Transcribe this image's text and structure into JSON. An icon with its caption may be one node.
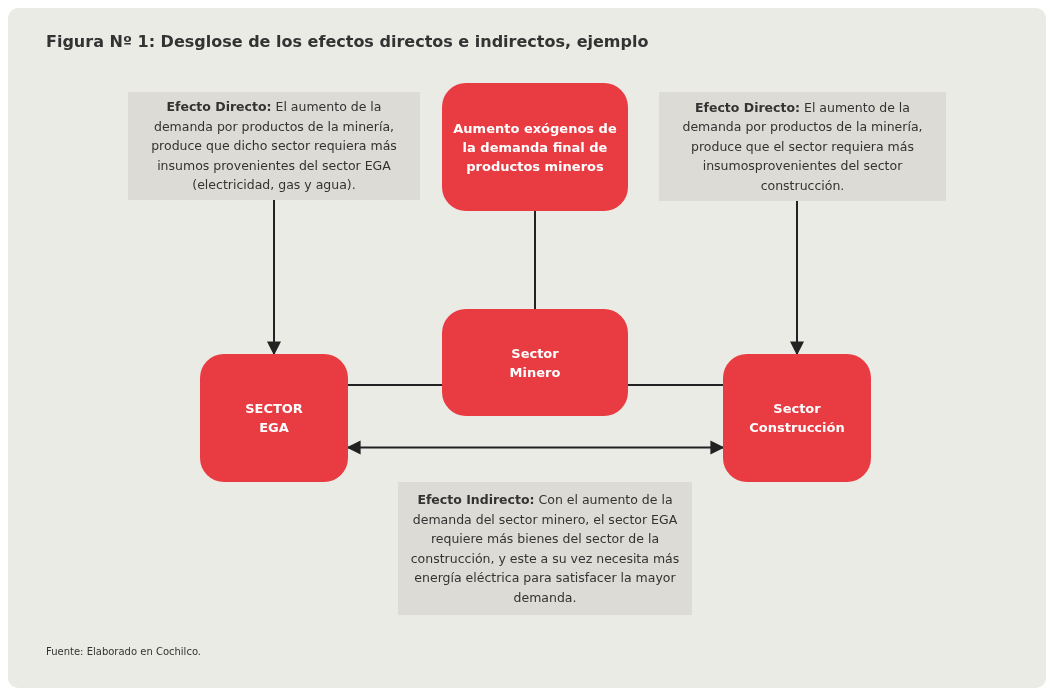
{
  "diagram": {
    "title": "Figura Nº 1: Desglose de los efectos directos e indirectos, ejemplo",
    "caption": "Fuente: Elaborado en Cochilco.",
    "nodes": [
      {
        "text": [
          "**Efecto Directo:** El aumento de la demanda por productos de la minería, produce que dicho sector requiera más insumos provenientes del sector EGA (electricidad, gas y agua)."
        ]
      },
      {
        "text": [
          "Aumento exógenos de la demanda final de productos mineros"
        ]
      },
      {
        "text": [
          "**Efecto Directo:** El aumento de la demanda por productos de la minería, produce que el sector requiera más insumosprovenientes del sector construcción."
        ]
      },
      {
        "text": [
          "Sector Minero"
        ]
      },
      {
        "text": [
          "SECTOR EGA"
        ]
      },
      {
        "text": [
          "Sector Construcción"
        ]
      },
      {
        "text": [
          "**Efecto Indirecto:** Con el aumento de la demanda del sector minero, el sector EGA requiere más bienes del sector de la construcción, y este a su vez necesita más energía eléctrica para satisfacer la mayor demanda."
        ]
      }
    ],
    "edges": [
      {
        "from": 0,
        "to": 4,
        "arrow": "to"
      },
      {
        "from": 2,
        "to": 5,
        "arrow": "to"
      },
      {
        "from": 1,
        "to": 3,
        "arrow": "none"
      },
      {
        "from": 3,
        "to": 4,
        "arrow": "none"
      },
      {
        "from": 3,
        "to": 5,
        "arrow": "none"
      },
      {
        "from": 4,
        "to": 5,
        "arrow": "both"
      }
    ]
  }
}
